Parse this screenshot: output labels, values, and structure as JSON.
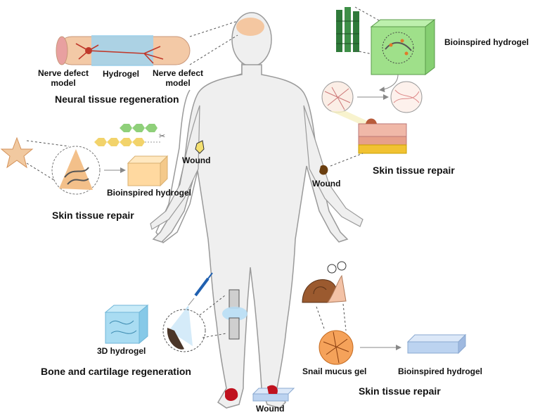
{
  "labels": {
    "nerve_left_l1": "Nerve defect",
    "nerve_left_l2": "model",
    "hydrogel": "Hydrogel",
    "nerve_right_l1": "Nerve defect",
    "nerve_right_l2": "model",
    "neural_title": "Neural tissue regeneration",
    "bio_top": "Bioinspired hydrogel",
    "skin_repair_right": "Skin tissue repair",
    "wound_arm": "Wound",
    "wound_hand": "Wound",
    "bio_left": "Bioinspired hydrogel",
    "skin_repair_left": "Skin tissue repair",
    "hydrogel_3d": "3D hydrogel",
    "bone_title": "Bone and cartilage regeneration",
    "snail_gel": "Snail mucus gel",
    "bio_bottom": "Bioinspired hydrogel",
    "skin_repair_bottom": "Skin tissue repair",
    "wound_foot": "Wound"
  },
  "colors": {
    "body_fill": "#efefef",
    "body_stroke": "#9a9a9a",
    "nerve_tube": "#f3c9a6",
    "hydrogel_blue": "#9fd3ee",
    "nerve_cell": "#c0392b",
    "bio_green": "#9fe08a",
    "plant_green": "#2f7a3a",
    "skin_layer": "#e7a08a",
    "fat_yellow": "#f1c232",
    "hex_green": "#8fd07a",
    "hex_yellow": "#f2d36b",
    "bio_orange_box": "#ffd9a0",
    "ice_blue": "#a9dcf2",
    "wound_red": "#c0121f",
    "wound_brown": "#6b3f10",
    "snail_shell": "#9b5a2f",
    "mucus_orange": "#f5a25a",
    "slab_blue": "#bcd3f0"
  }
}
